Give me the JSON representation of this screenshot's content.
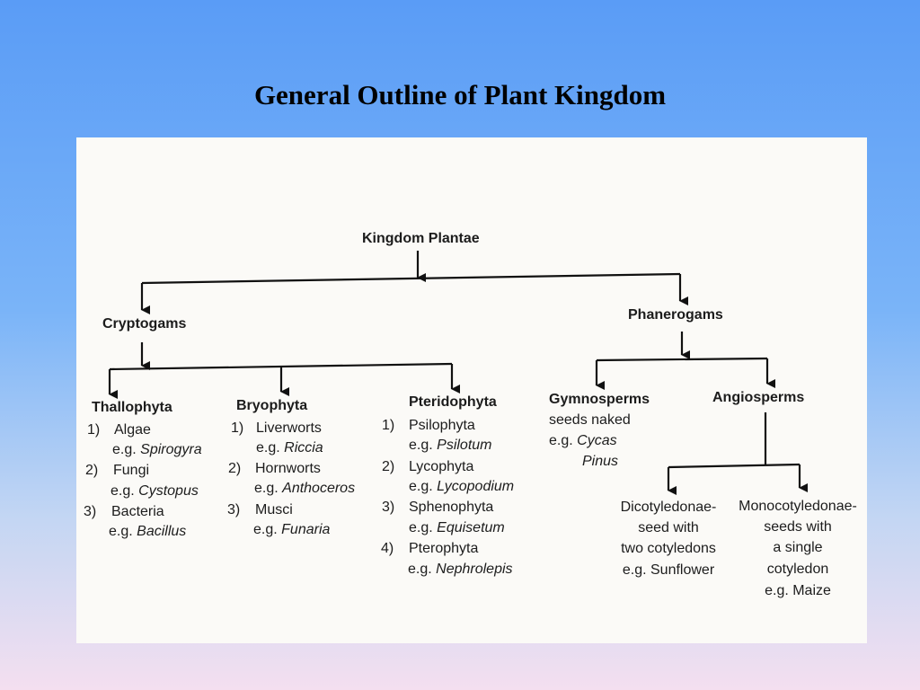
{
  "slide": {
    "title": "General Outline of Plant Kingdom"
  },
  "diagram": {
    "root": "Kingdom Plantae",
    "cryptogams": {
      "label": "Cryptogams",
      "thallophyta": {
        "label": "Thallophyta",
        "items": [
          {
            "num": "1)",
            "name": "Algae",
            "eg": "e.g.",
            "example": "Spirogyra"
          },
          {
            "num": "2)",
            "name": "Fungi",
            "eg": "e.g.",
            "example": "Cystopus"
          },
          {
            "num": "3)",
            "name": "Bacteria",
            "eg": "e.g.",
            "example": "Bacillus"
          }
        ]
      },
      "bryophyta": {
        "label": "Bryophyta",
        "items": [
          {
            "num": "1)",
            "name": "Liverworts",
            "eg": "e.g.",
            "example": "Riccia"
          },
          {
            "num": "2)",
            "name": "Hornworts",
            "eg": "e.g.",
            "example": "Anthoceros"
          },
          {
            "num": "3)",
            "name": "Musci",
            "eg": "e.g.",
            "example": "Funaria"
          }
        ]
      },
      "pteridophyta": {
        "label": "Pteridophyta",
        "items": [
          {
            "num": "1)",
            "name": "Psilophyta",
            "eg": "e.g.",
            "example": "Psilotum"
          },
          {
            "num": "2)",
            "name": "Lycophyta",
            "eg": "e.g.",
            "example": "Lycopodium"
          },
          {
            "num": "3)",
            "name": "Sphenophyta",
            "eg": "e.g.",
            "example": "Equisetum"
          },
          {
            "num": "4)",
            "name": "Pterophyta",
            "eg": "e.g.",
            "example": "Nephrolepis"
          }
        ]
      }
    },
    "phanerogams": {
      "label": "Phanerogams",
      "gymnosperms": {
        "label": "Gymnosperms",
        "desc": "seeds naked",
        "eg": "e.g.",
        "examples": [
          "Cycas",
          "Pinus"
        ]
      },
      "angiosperms": {
        "label": "Angiosperms",
        "dicot": {
          "lines": [
            "Dicotyledonae-",
            "seed with",
            "two cotyledons",
            "e.g. Sunflower"
          ]
        },
        "monocot": {
          "lines": [
            "Monocotyledonae-",
            "seeds with",
            "a single",
            "cotyledon",
            "e.g. Maize"
          ]
        }
      }
    }
  }
}
